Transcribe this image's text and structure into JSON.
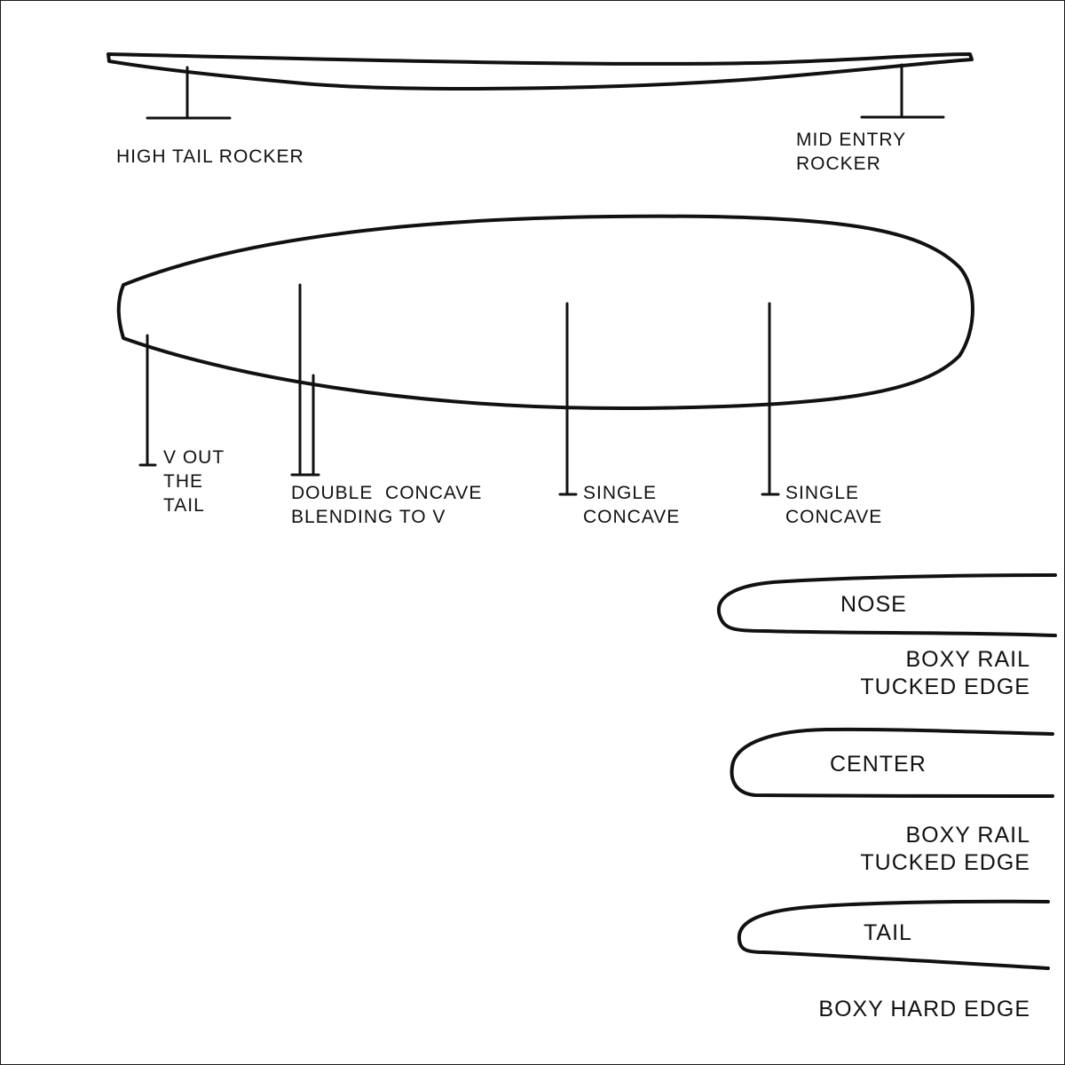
{
  "rocker": {
    "tail_label": "HIGH TAIL ROCKER",
    "entry_label_line1": "MID ENTRY",
    "entry_label_line2": "ROCKER"
  },
  "bottom": {
    "v_tail_line1": "V OUT",
    "v_tail_line2": "THE",
    "v_tail_line3": "TAIL",
    "double_line1": "DOUBLE  CONCAVE",
    "double_line2": "BLENDING TO V",
    "single1_line1": "SINGLE",
    "single1_line2": "CONCAVE",
    "single2_line1": "SINGLE",
    "single2_line2": "CONCAVE"
  },
  "rails": {
    "nose_label": "NOSE",
    "nose_desc_line1": "BOXY RAIL",
    "nose_desc_line2": "TUCKED EDGE",
    "center_label": "CENTER",
    "center_desc_line1": "BOXY RAIL",
    "center_desc_line2": "TUCKED EDGE",
    "tail_label": "TAIL",
    "tail_desc": "BOXY HARD EDGE"
  },
  "colors": {
    "line": "#111111",
    "background": "#ffffff",
    "frame": "#1a1a1a"
  }
}
